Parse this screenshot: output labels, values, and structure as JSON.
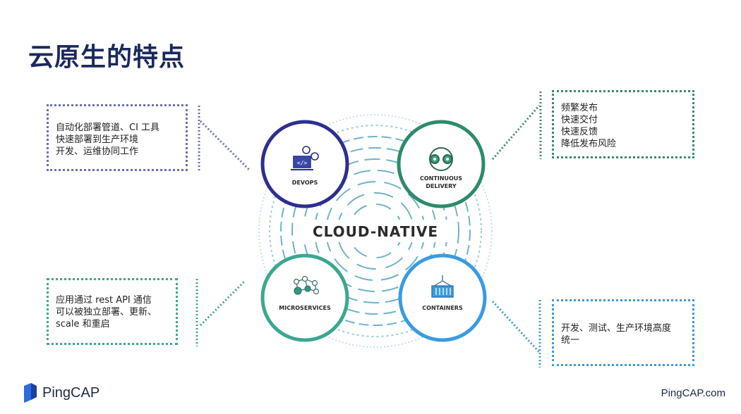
{
  "slide": {
    "title": "云原生的特点"
  },
  "diagram": {
    "center_label": "CLOUD-NATIVE",
    "nodes": {
      "devops": {
        "label": "DEVOPS",
        "color": "#2d2f8f",
        "icon": "code-laptop-icon"
      },
      "continuous_delivery": {
        "label_line1": "CONTINUOUS",
        "label_line2": "DELIVERY",
        "color": "#2e8b6a",
        "icon": "gears-cycle-icon"
      },
      "microservices": {
        "label": "MICROSERVICES",
        "color": "#3aa88f",
        "icon": "network-nodes-icon"
      },
      "containers": {
        "label": "CONTAINERS",
        "color": "#3a9be0",
        "icon": "container-crane-icon"
      }
    }
  },
  "notes": {
    "devops": [
      "自动化部署管道、CI 工具",
      "快速部署到生产环境",
      "开发、运维协同工作"
    ],
    "continuous_delivery": [
      "频繁发布",
      "快速交付",
      "快速反馈",
      "降低发布风险"
    ],
    "microservices": [
      "应用通过 rest API 通信",
      "可以被独立部署、更新、",
      "scale 和重启"
    ],
    "containers": [
      "开发、测试、生产环境高度",
      "统一"
    ]
  },
  "footer": {
    "brand": "PingCAP",
    "url": "PingCAP.com",
    "brand_color": "#2b6ae0"
  }
}
